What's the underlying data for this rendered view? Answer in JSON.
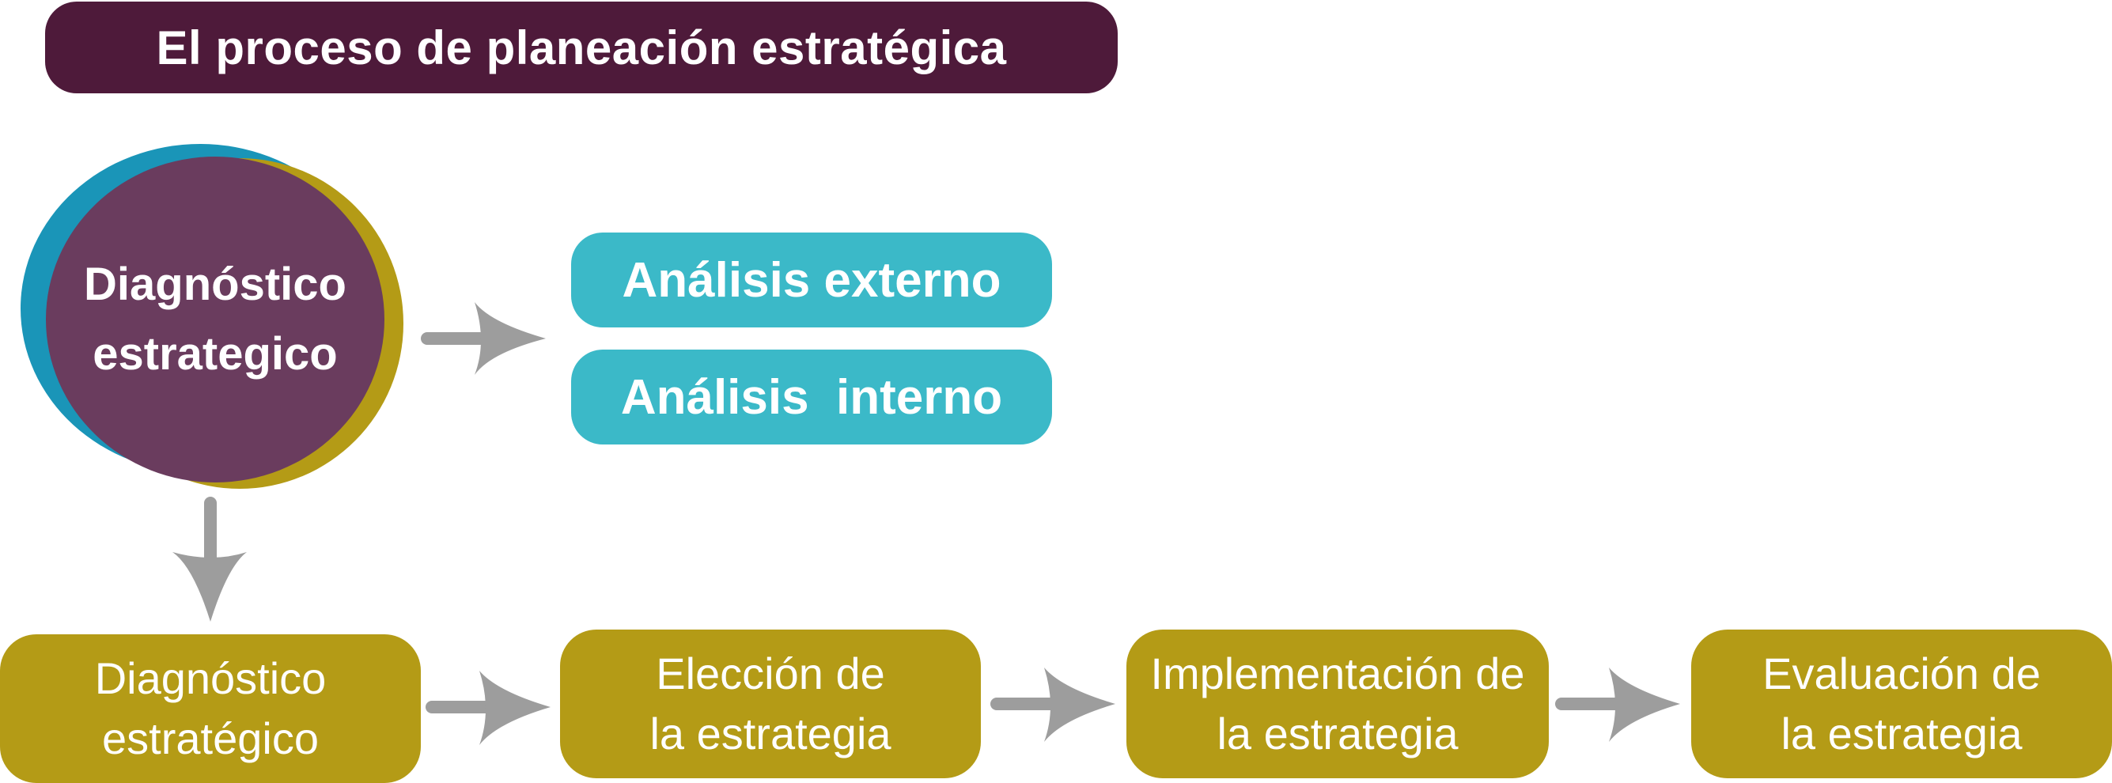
{
  "title": "El proceso de planeación estratégica",
  "circle": {
    "line1": "Diagnóstico",
    "line2": "estrategico"
  },
  "analysis": {
    "external": "Análisis externo",
    "internal": "Análisis  interno"
  },
  "steps": [
    {
      "line1": "Diagnóstico",
      "line2": "estratégico"
    },
    {
      "line1": "Elección de",
      "line2": "la estrategia"
    },
    {
      "line1": "Implementación de",
      "line2": "la estrategia"
    },
    {
      "line1": "Evaluación de",
      "line2": "la estrategia"
    }
  ],
  "colors": {
    "title_bg": "#4e1a3a",
    "circle_main": "#6a3c5e",
    "circle_teal": "#1a95b8",
    "gold": "#b49b16",
    "teal_pill": "#3bb9c8",
    "arrow": "#9d9d9d"
  }
}
